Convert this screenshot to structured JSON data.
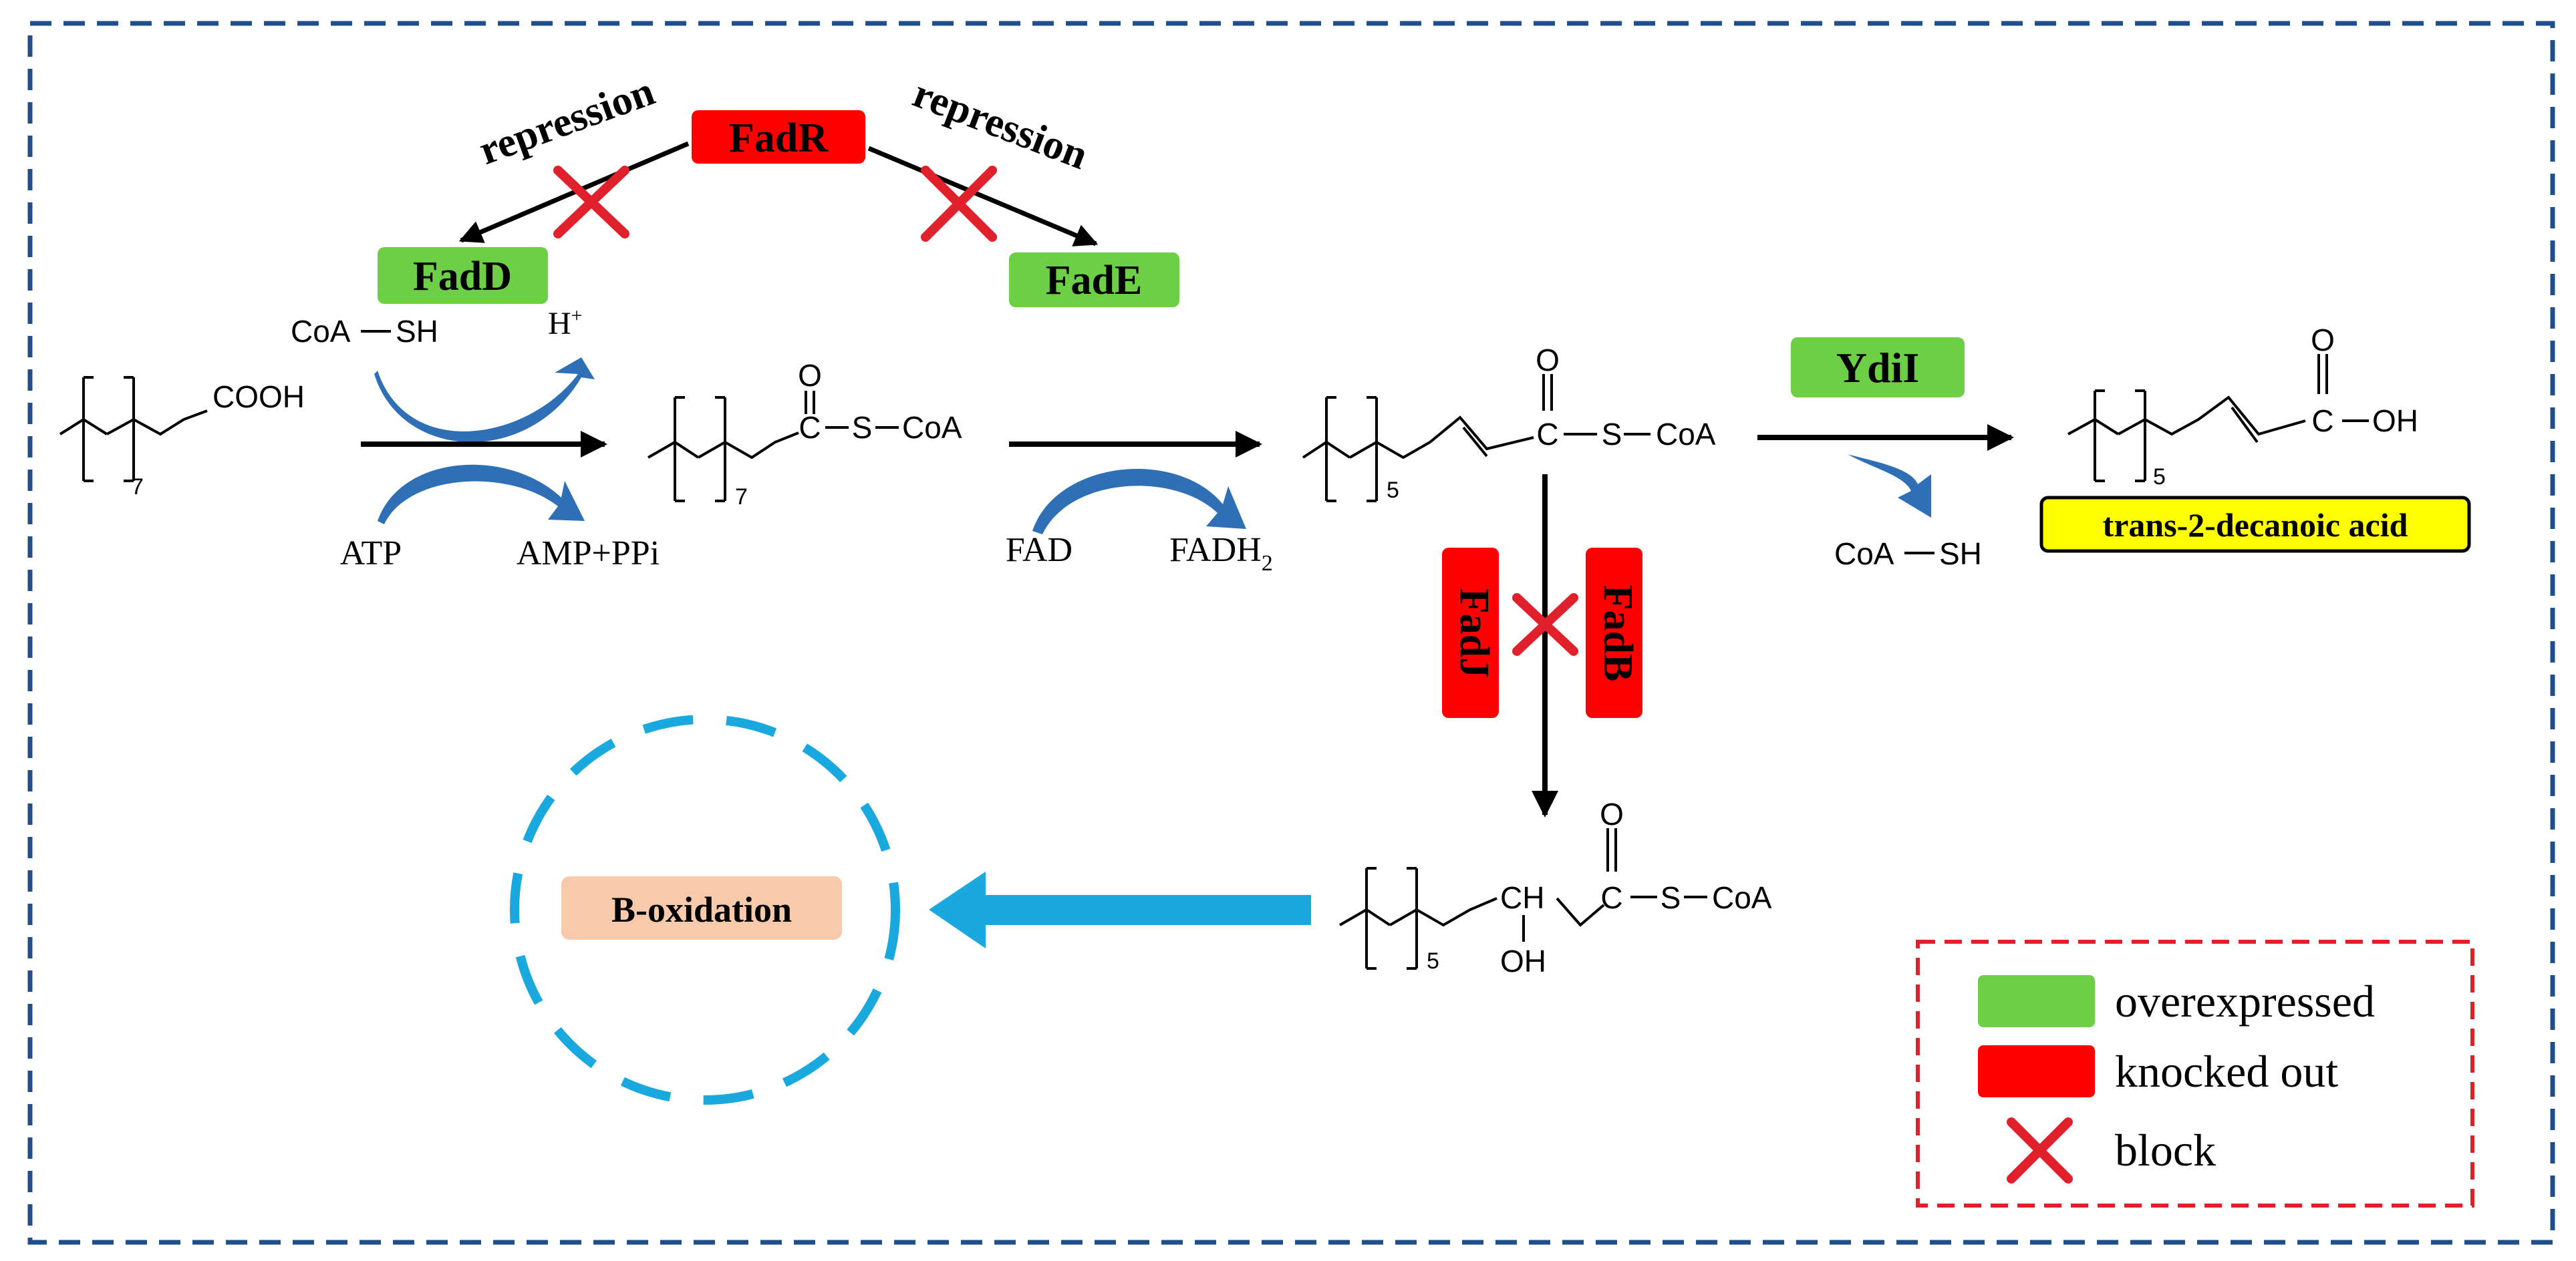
{
  "regulators": {
    "fadR": "FadR",
    "repression_left": "repression",
    "repression_right": "repression"
  },
  "enzymes": {
    "fadD": "FadD",
    "fadE": "FadE",
    "ydiI": "YdiI",
    "fadJ": "FadJ",
    "fadB": "FadB"
  },
  "cofactors": {
    "coa_sh_top": "CoA",
    "coa_sh_top_sh": "SH",
    "h_plus": "H",
    "h_plus_sup": "+",
    "atp": "ATP",
    "amp_ppi": "AMP+PPi",
    "fad": "FAD",
    "fadh2": "FADH",
    "fadh2_sub": "2",
    "coa_sh_right": "CoA",
    "coa_sh_right_sh": "SH"
  },
  "molecules": {
    "decanoic": {
      "cooh": "COOH",
      "sub": "7"
    },
    "acyl_coa": {
      "c": "C",
      "o": "O",
      "s": "S",
      "coa": "CoA",
      "sub": "7"
    },
    "enoyl_coa": {
      "c": "C",
      "o": "O",
      "s": "S",
      "coa": "CoA",
      "sub": "5"
    },
    "trans_acid": {
      "c": "C",
      "o": "O",
      "oh": "OH",
      "sub": "5"
    },
    "hydroxy_coa": {
      "ch": "CH",
      "oh": "OH",
      "c": "C",
      "o": "O",
      "s": "S",
      "coa": "CoA",
      "sub": "5"
    }
  },
  "product_label": "trans-2-decanoic acid",
  "b_oxidation": "B-oxidation",
  "legend": {
    "items": [
      {
        "label": "overexpressed",
        "color": "#6ccf46",
        "kind": "swatch"
      },
      {
        "label": "knocked out",
        "color": "#ff0000",
        "kind": "swatch"
      },
      {
        "label": "block",
        "color": "#e0202a",
        "kind": "cross"
      }
    ]
  },
  "colors": {
    "overexpressed": "#6ccf46",
    "knocked_out": "#ff0000",
    "block": "#e0202a",
    "product": "#ffff00",
    "b_oxidation_fill": "#f8c9ab",
    "b_oxidation_ring": "#19a9de",
    "cofactor_arrow": "#2f6fb5",
    "outer_border": "#1f4e8c",
    "legend_border": "#e0202a"
  }
}
